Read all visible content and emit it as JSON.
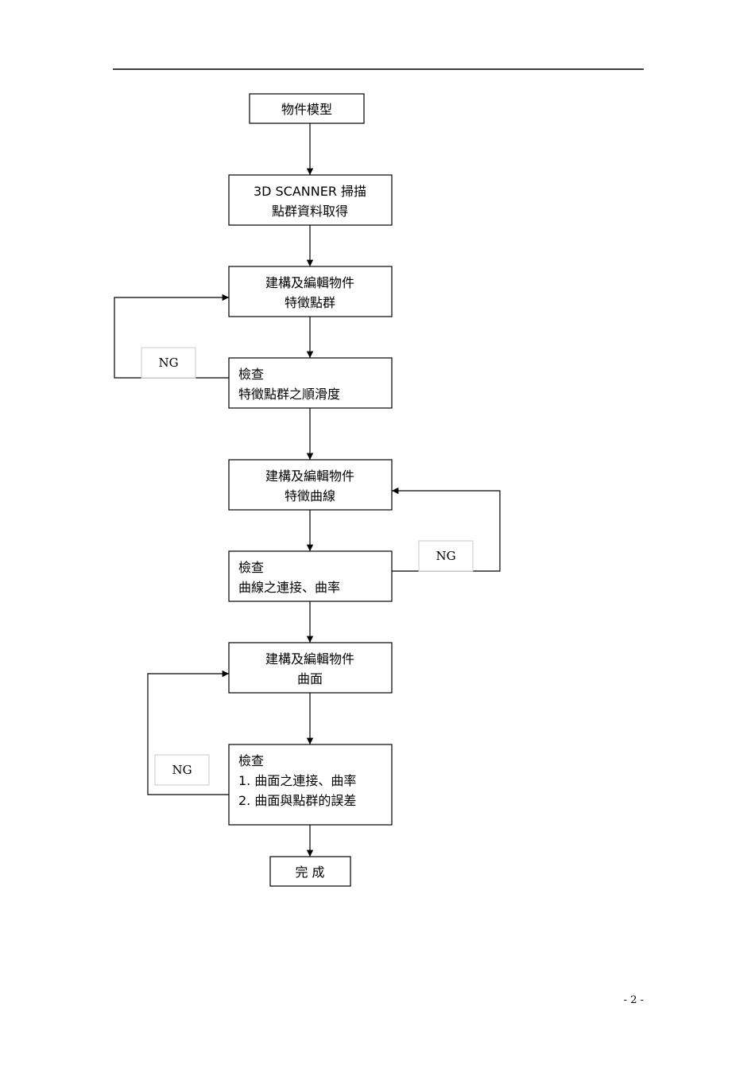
{
  "nodes": {
    "model": {
      "lines": [
        "物件模型"
      ]
    },
    "scan": {
      "lines": [
        "3D SCANNER 掃描",
        "點群資料取得"
      ]
    },
    "build_points": {
      "lines": [
        "建構及編輯物件",
        "特徵點群"
      ]
    },
    "check_points": {
      "lines": [
        "檢查",
        "特徵點群之順滑度"
      ]
    },
    "build_curves": {
      "lines": [
        "建構及編輯物件",
        "特徵曲線"
      ]
    },
    "check_curves": {
      "lines": [
        "檢查",
        "曲線之連接、曲率"
      ]
    },
    "build_surface": {
      "lines": [
        "建構及編輯物件",
        "曲面"
      ]
    },
    "check_surface": {
      "lines": [
        "檢查",
        "1.   曲面之連接、曲率",
        "2.   曲面與點群的誤差"
      ]
    },
    "done": {
      "lines": [
        "完 成"
      ]
    }
  },
  "ng_labels": {
    "loop1": "NG",
    "loop2": "NG",
    "loop3": "NG"
  },
  "page_number": "- 2 -",
  "colors": {
    "line": "#000000",
    "ng_border": "#c8c8c8",
    "background": "#ffffff"
  }
}
